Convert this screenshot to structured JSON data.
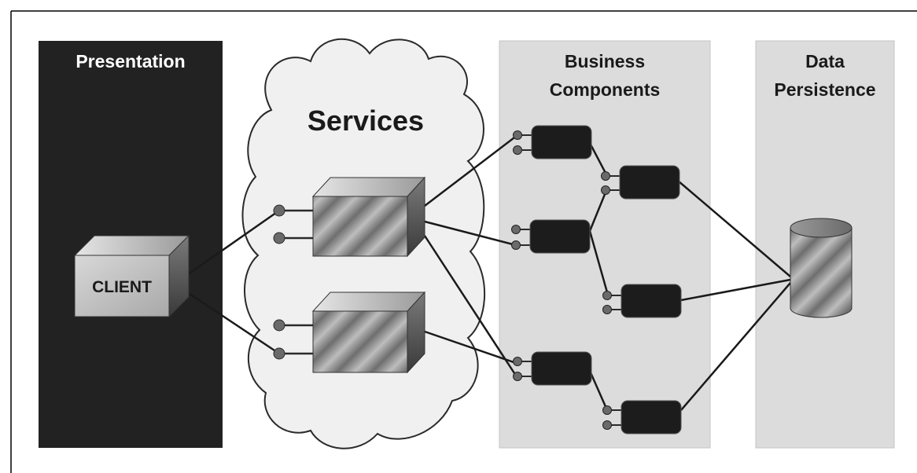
{
  "panels": {
    "presentation": {
      "label": "Presentation"
    },
    "services": {
      "label": "Services"
    },
    "business": {
      "label_line1": "Business",
      "label_line2": "Components"
    },
    "persistence": {
      "label_line1": "Data",
      "label_line2": "Persistence"
    }
  },
  "client": {
    "label": "CLIENT"
  },
  "colors": {
    "presentation_bg": "#222222",
    "panel_bg": "#dcdcdc",
    "component_fill": "#1c1c1c",
    "port_fill": "#6a6a6a",
    "connector": "#1a1a1a"
  }
}
